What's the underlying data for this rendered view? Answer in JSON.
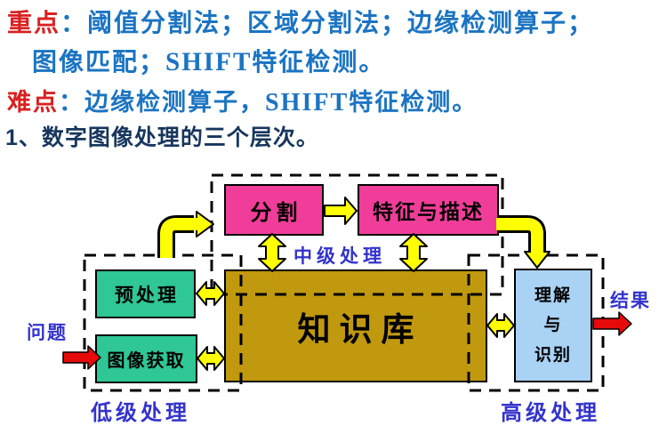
{
  "colors": {
    "magenta": "#F03D99",
    "green": "#2EC795",
    "gold": "#C1990F",
    "lightblue": "#A9D2F4",
    "yellow": "#FFFF00",
    "red_arrow": "#E60A0A",
    "label_blue": "#3333CC",
    "text_blue": "#1B74C2",
    "text_red": "#D92121",
    "title_navy": "#17365D"
  },
  "header": {
    "line1_label": "重点",
    "line1_text": "：阈值分割法；区域分割法；边缘检测算子；",
    "line2_pre": "图像匹配；",
    "line2_en": "SHIFT",
    "line2_post": "特征检测。",
    "line3_label": "难点",
    "line3_pre": "：边缘检测算子，",
    "line3_en": "SHIFT",
    "line3_post": "特征检测。",
    "section_title": "1、数字图像处理的三个层次。"
  },
  "diagram": {
    "segmentation": "分割",
    "features": "特征与描述",
    "mid_label": "中级处理",
    "preprocess": "预处理",
    "acquisition": "图像获取",
    "low_label": "低级处理",
    "knowledge": "知识库",
    "understand_l1": "理解",
    "understand_l2": "与",
    "understand_l3": "识别",
    "high_label": "高级处理",
    "input_label": "问题",
    "output_label": "结果"
  }
}
